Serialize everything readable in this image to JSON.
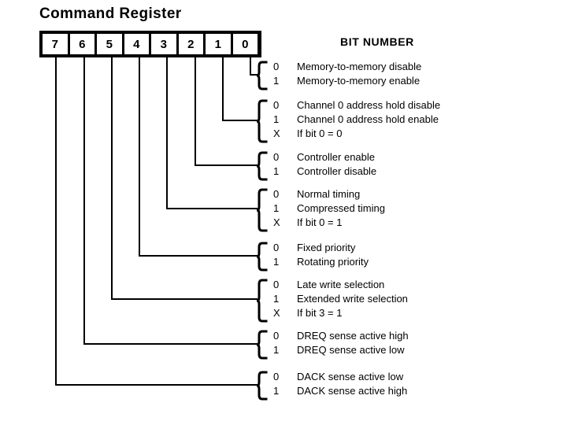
{
  "title": "Command Register",
  "bit_number_header": "BIT NUMBER",
  "register": {
    "cells": [
      "7",
      "6",
      "5",
      "4",
      "3",
      "2",
      "1",
      "0"
    ]
  },
  "colors": {
    "ink": "#000000",
    "paper": "#ffffff"
  },
  "groups": [
    {
      "bit": "0",
      "rows": [
        {
          "value": "0",
          "desc": "Memory-to-memory disable"
        },
        {
          "value": "1",
          "desc": "Memory-to-memory enable"
        }
      ]
    },
    {
      "bit": "1",
      "rows": [
        {
          "value": "0",
          "desc": "Channel 0 address hold disable"
        },
        {
          "value": "1",
          "desc": "Channel 0 address hold enable"
        },
        {
          "value": "X",
          "desc": "If bit 0 = 0"
        }
      ]
    },
    {
      "bit": "2",
      "rows": [
        {
          "value": "0",
          "desc": "Controller enable"
        },
        {
          "value": "1",
          "desc": "Controller disable"
        }
      ]
    },
    {
      "bit": "3",
      "rows": [
        {
          "value": "0",
          "desc": "Normal timing"
        },
        {
          "value": "1",
          "desc": "Compressed timing"
        },
        {
          "value": "X",
          "desc": "If bit 0 = 1"
        }
      ]
    },
    {
      "bit": "4",
      "rows": [
        {
          "value": "0",
          "desc": "Fixed priority"
        },
        {
          "value": "1",
          "desc": "Rotating priority"
        }
      ]
    },
    {
      "bit": "5",
      "rows": [
        {
          "value": "0",
          "desc": "Late write selection"
        },
        {
          "value": "1",
          "desc": "Extended write selection"
        },
        {
          "value": "X",
          "desc": "If bit 3 = 1"
        }
      ]
    },
    {
      "bit": "6",
      "rows": [
        {
          "value": "0",
          "desc": "DREQ sense active high"
        },
        {
          "value": "1",
          "desc": "DREQ sense active low"
        }
      ]
    },
    {
      "bit": "7",
      "rows": [
        {
          "value": "0",
          "desc": "DACK sense active low"
        },
        {
          "value": "1",
          "desc": "DACK sense active high"
        }
      ]
    }
  ]
}
